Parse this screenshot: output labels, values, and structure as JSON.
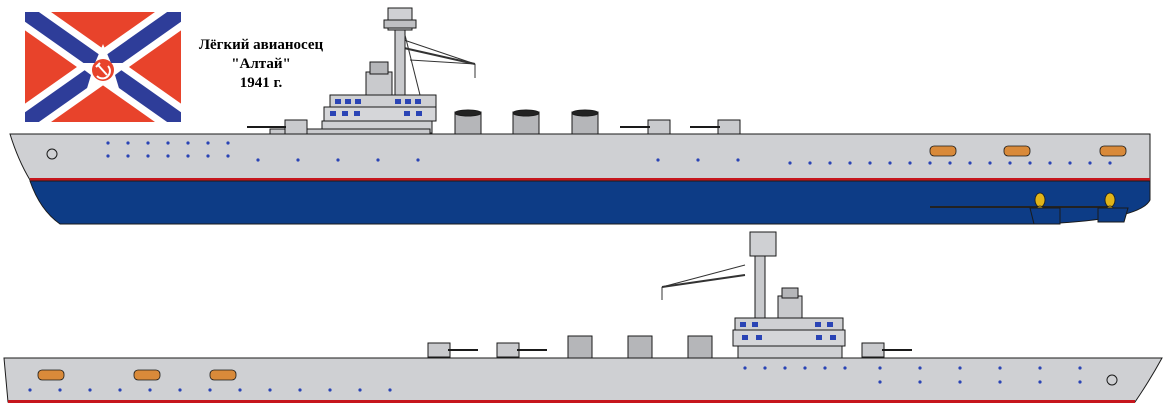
{
  "caption": {
    "line1": "Лёгкий авианосец",
    "line2": "\"Алтай\"",
    "line3": "1941 г."
  },
  "colors": {
    "flag_white": "#ffffff",
    "flag_red": "#e8432b",
    "flag_blue": "#2e3d99",
    "hull_grey": "#cfd0d3",
    "hull_light": "#e0e1e4",
    "underwater_blue": "#0d3c86",
    "waterline_red": "#c6161d",
    "porthole_blue": "#2a44b5",
    "boat_orange": "#d98a3a",
    "propeller_yellow": "#e0b418",
    "outline": "#1a1a1a"
  },
  "illustration": {
    "flag": "soviet-naval-ensign-with-hammer-and-sickle",
    "upper_view": "starboard-profile",
    "lower_view": "port-profile"
  }
}
